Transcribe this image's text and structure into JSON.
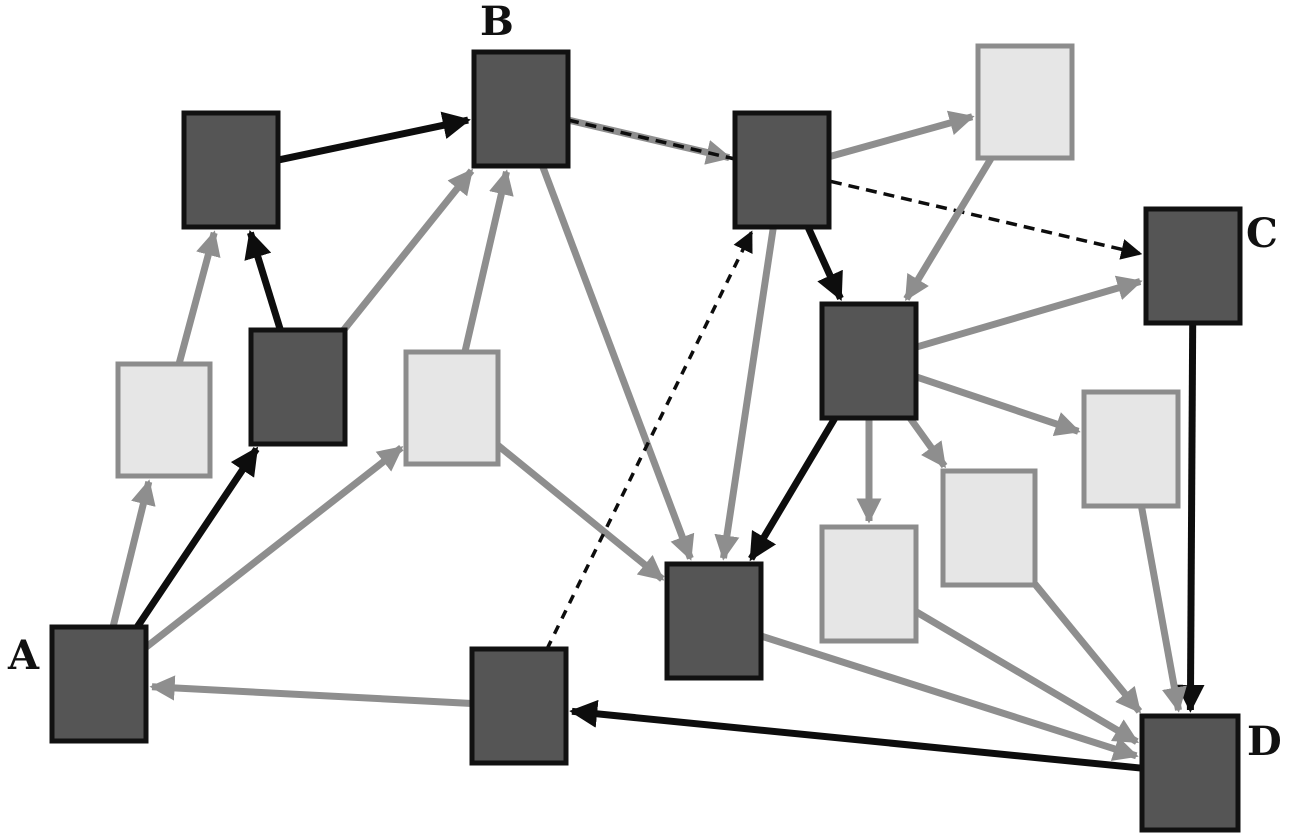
{
  "colors": {
    "dark_node_fill": "#555555",
    "light_node_fill": "#e6e6e6",
    "node_stroke": "#111111",
    "light_node_stroke": "#8c8c8c",
    "black_edge": "#0d0d0d",
    "gray_edge": "#8e8e8e",
    "background": "#ffffff"
  },
  "labels": {
    "a": "A",
    "b": "B",
    "c": "C",
    "d": "D"
  },
  "nodes": [
    {
      "id": "A",
      "kind": "dark",
      "label": "A"
    },
    {
      "id": "B",
      "kind": "dark",
      "label": "B"
    },
    {
      "id": "C",
      "kind": "dark",
      "label": "C"
    },
    {
      "id": "D",
      "kind": "dark",
      "label": "D"
    },
    {
      "id": "n1",
      "kind": "dark"
    },
    {
      "id": "n2",
      "kind": "dark"
    },
    {
      "id": "n3",
      "kind": "light"
    },
    {
      "id": "n4",
      "kind": "light"
    },
    {
      "id": "n5",
      "kind": "dark"
    },
    {
      "id": "n6",
      "kind": "light"
    },
    {
      "id": "n7",
      "kind": "dark"
    },
    {
      "id": "n8",
      "kind": "dark"
    },
    {
      "id": "n9",
      "kind": "light"
    },
    {
      "id": "n10",
      "kind": "light"
    },
    {
      "id": "n11",
      "kind": "light"
    },
    {
      "id": "n12",
      "kind": "dark"
    }
  ],
  "edges": [
    {
      "from": "A",
      "to": "n3",
      "style": "gray"
    },
    {
      "from": "A",
      "to": "n2",
      "style": "black"
    },
    {
      "from": "A",
      "to": "n4",
      "style": "gray"
    },
    {
      "from": "n3",
      "to": "n1",
      "style": "gray"
    },
    {
      "from": "n2",
      "to": "n1",
      "style": "black"
    },
    {
      "from": "n2",
      "to": "B",
      "style": "gray"
    },
    {
      "from": "n1",
      "to": "B",
      "style": "black"
    },
    {
      "from": "n4",
      "to": "B",
      "style": "gray"
    },
    {
      "from": "n4",
      "to": "n8",
      "style": "gray"
    },
    {
      "from": "B",
      "to": "n5",
      "style": "gray"
    },
    {
      "from": "B",
      "to": "n8",
      "style": "gray"
    },
    {
      "from": "B",
      "to": "C",
      "style": "dashed"
    },
    {
      "from": "n5",
      "to": "n6",
      "style": "gray"
    },
    {
      "from": "n5",
      "to": "n7",
      "style": "black"
    },
    {
      "from": "n5",
      "to": "n8",
      "style": "gray"
    },
    {
      "from": "n6",
      "to": "n7",
      "style": "gray"
    },
    {
      "from": "n7",
      "to": "C",
      "style": "gray"
    },
    {
      "from": "n7",
      "to": "n11",
      "style": "gray"
    },
    {
      "from": "n7",
      "to": "n10",
      "style": "gray"
    },
    {
      "from": "n7",
      "to": "n9",
      "style": "gray"
    },
    {
      "from": "n7",
      "to": "n8",
      "style": "black"
    },
    {
      "from": "C",
      "to": "D",
      "style": "black"
    },
    {
      "from": "n8",
      "to": "D",
      "style": "gray"
    },
    {
      "from": "n9",
      "to": "D",
      "style": "gray"
    },
    {
      "from": "n10",
      "to": "D",
      "style": "gray"
    },
    {
      "from": "n11",
      "to": "D",
      "style": "gray"
    },
    {
      "from": "D",
      "to": "n12",
      "style": "black"
    },
    {
      "from": "n12",
      "to": "A",
      "style": "gray"
    },
    {
      "from": "n12",
      "to": "n5",
      "style": "dotted"
    }
  ]
}
